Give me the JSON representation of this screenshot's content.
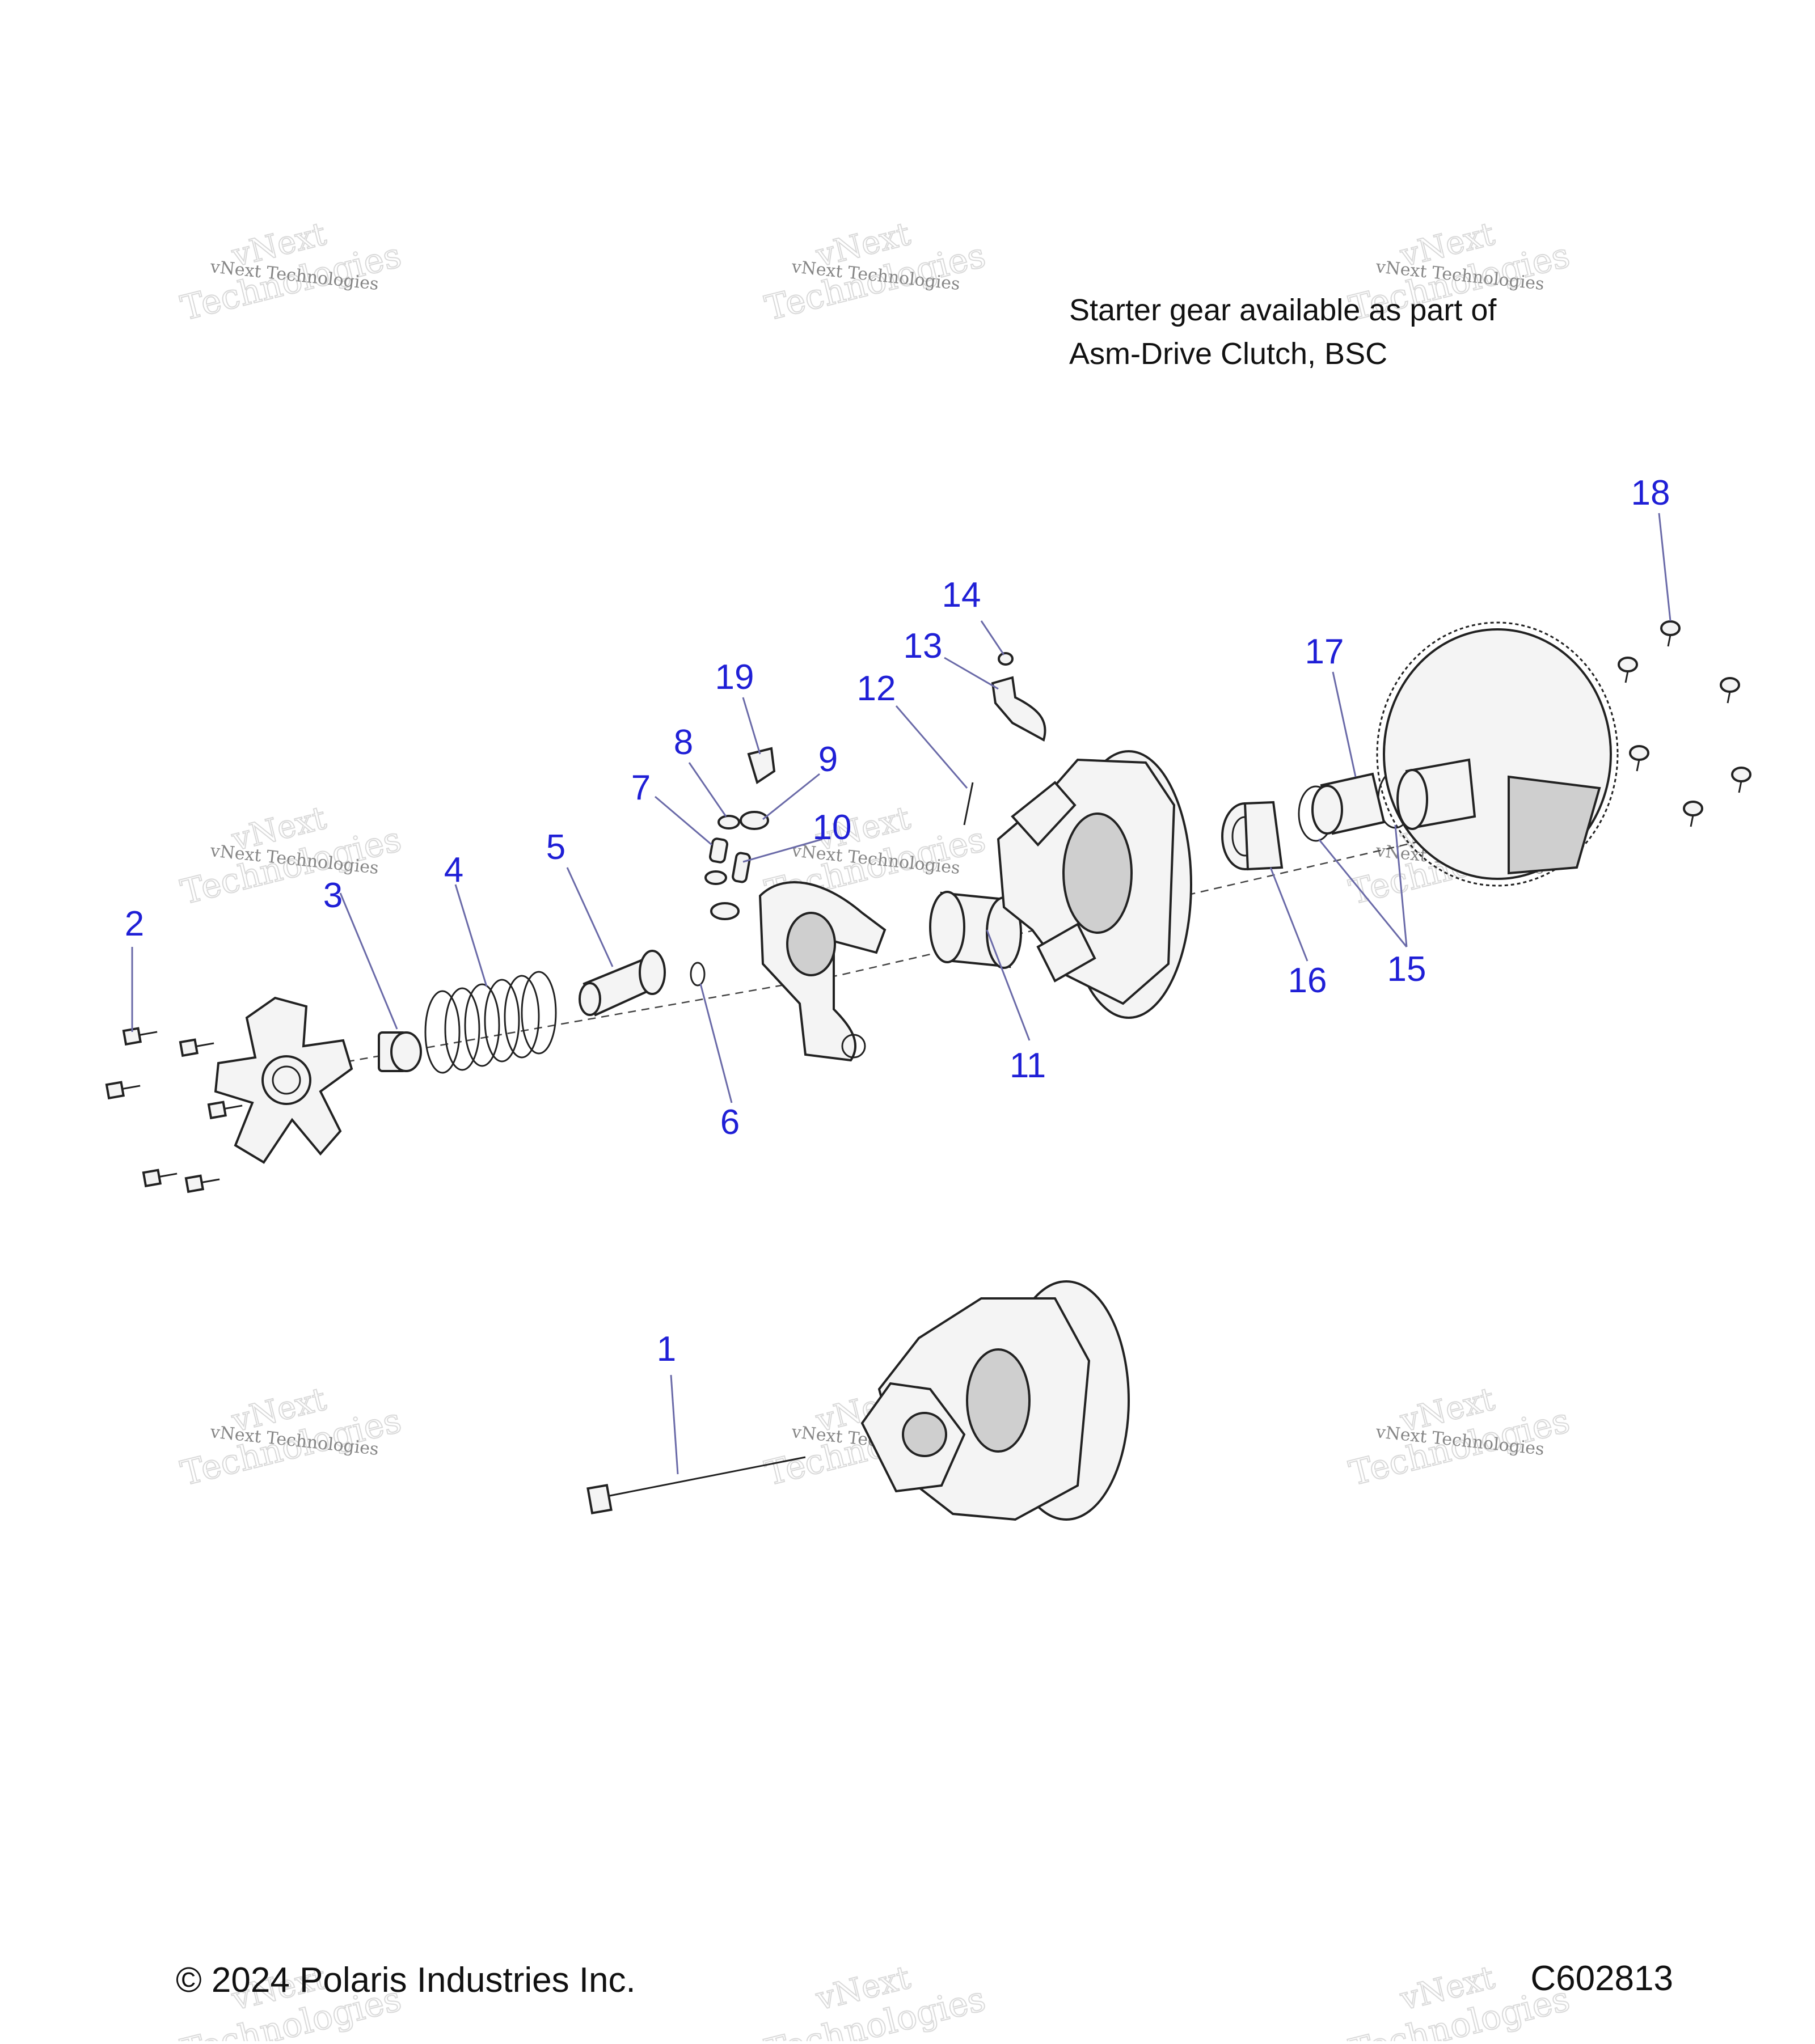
{
  "note": {
    "line1": "Starter gear available as part of",
    "line2": "Asm-Drive Clutch, BSC"
  },
  "callouts": [
    "1",
    "2",
    "3",
    "4",
    "5",
    "6",
    "7",
    "8",
    "9",
    "10",
    "11",
    "12",
    "13",
    "14",
    "15",
    "16",
    "17",
    "18",
    "19"
  ],
  "footer": {
    "copyright": "© 2024 Polaris Industries Inc.",
    "code": "C602813"
  },
  "watermark": {
    "line1": "vNext Technologies",
    "line2": "vNext",
    "line3": "Technologies"
  },
  "colors": {
    "callout": "#1f1fd6",
    "text": "#111111"
  }
}
